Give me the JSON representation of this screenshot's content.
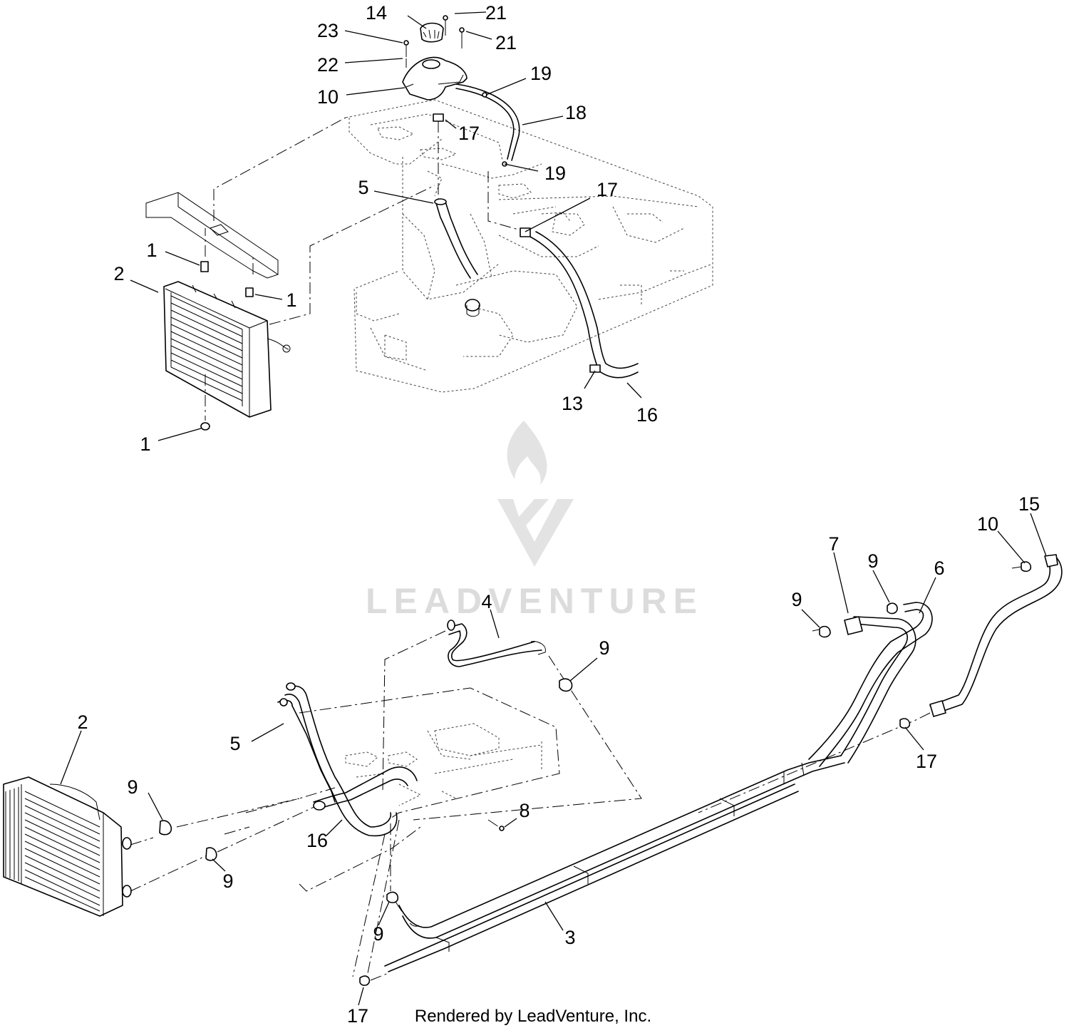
{
  "watermark": {
    "text": "LEADVENTURE",
    "logo_icon": "leadventure-flame-logo",
    "color": "#dcdcdc"
  },
  "credit": "Rendered by LeadVenture, Inc.",
  "callouts": {
    "top": {
      "c14": "14",
      "c21a": "21",
      "c21b": "21",
      "c23": "23",
      "c22": "22",
      "c19a": "19",
      "c10": "10",
      "c18": "18",
      "c17a": "17",
      "c19b": "19",
      "c5": "5",
      "c17b": "17",
      "c1a": "1",
      "c2": "2",
      "c1b": "1",
      "c13": "13",
      "c16": "16",
      "c1c": "1"
    },
    "bottom": {
      "c15": "15",
      "c10": "10",
      "c9a": "9",
      "c7": "7",
      "c6": "6",
      "c9b": "9",
      "c4": "4",
      "c9c": "9",
      "c2": "2",
      "c5": "5",
      "c17a": "17",
      "c9d": "9",
      "c8": "8",
      "c16": "16",
      "c9e": "9",
      "c9f": "9",
      "c3": "3",
      "c17b": "17"
    }
  }
}
